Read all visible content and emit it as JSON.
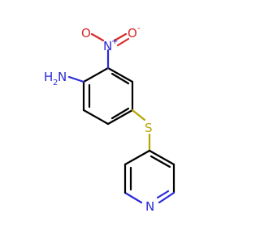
{
  "molecule": {
    "atoms": {
      "amine_n": "N",
      "amine_h": "H",
      "amine_h2": "2",
      "nitro_n": "N",
      "nitro_plus": "+",
      "nitro_o_top": "O",
      "nitro_o_right": "O",
      "nitro_o_minus": "-",
      "sulfur": "S",
      "pyridine_n": "N"
    },
    "colors": {
      "carbon_bond": "#000000",
      "nitrogen": "#2a2ad8",
      "oxygen": "#d82a2a",
      "sulfur": "#b8a300"
    }
  }
}
